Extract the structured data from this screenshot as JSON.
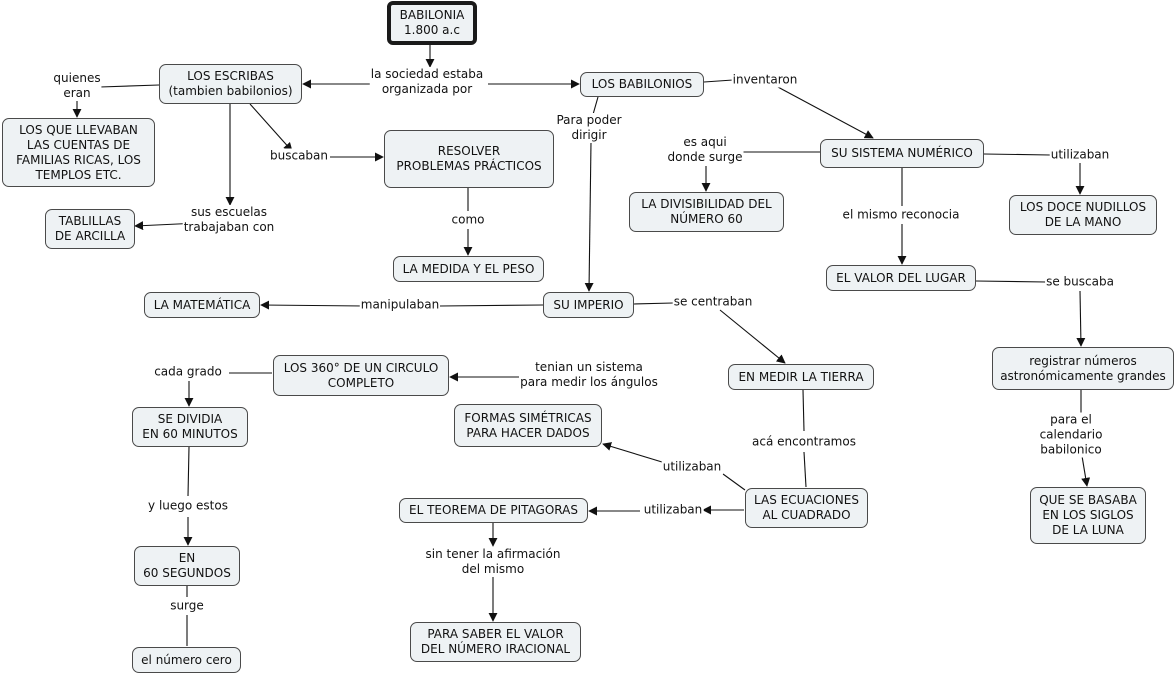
{
  "nodes": {
    "babilonia": "BABILONIA\n1.800 a.c",
    "escribas": "LOS ESCRIBAS\n(tambien babilonios)",
    "babilonios": "LOS BABILONIOS",
    "cuentas": "LOS QUE LLEVABAN\nLAS CUENTAS DE\nFAMILIAS RICAS, LOS\nTEMPLOS ETC.",
    "resolver": "RESOLVER\nPROBLEMAS PRÁCTICOS",
    "sistema": "SU SISTEMA NUMÉRICO",
    "divisibilidad": "LA DIVISIBILIDAD DEL\nNÚMERO 60",
    "nudillos": "LOS DOCE NUDILLOS\nDE LA MANO",
    "tablillas": "TABLILLAS\nDE ARCILLA",
    "medida": "LA MEDIDA Y EL PESO",
    "valor_lugar": "EL VALOR DEL LUGAR",
    "matematica": "LA MATEMÁTICA",
    "imperio": "SU IMPERIO",
    "circulo": "LOS 360° DE UN CIRCULO\nCOMPLETO",
    "tierra": "EN MEDIR LA TIERRA",
    "registrar": "registrar números\nastronómicamente grandes",
    "dividia": "SE DIVIDIA\nEN 60 MINUTOS",
    "formas": "FORMAS SIMÉTRICAS\nPARA HACER DADOS",
    "pitagoras": "EL TEOREMA DE PITAGORAS",
    "ecuaciones": "LAS ECUACIONES\nAL CUADRADO",
    "luna": "QUE SE BASABA\nEN LOS SIGLOS\nDE LA LUNA",
    "segundos": "EN\n60 SEGUNDOS",
    "irracional": "PARA SABER EL VALOR\nDEL NÚMERO IRACIONAL",
    "cero": "el número cero"
  },
  "links": {
    "sociedad": "la sociedad estaba\norganizada por",
    "quienes_eran": "quienes\neran",
    "buscaban": "buscaban",
    "sus_escuelas": "sus escuelas\ntrabajaban con",
    "como": "como",
    "para_poder_dirigir": "Para poder\ndirigir",
    "inventaron": "inventaron",
    "es_aqui": "es aqui\ndonde surge",
    "utilizaban_nudillos": "utilizaban",
    "mismo_reconocia": "el mismo reconocia",
    "se_buscaba": "se buscaba",
    "manipulaban": "manipulaban",
    "se_centraban": "se centraban",
    "cada_grado": "cada grado",
    "tenian_sistema": "tenian un sistema\npara medir los ángulos",
    "aca_encontramos": "acá encontramos",
    "para_calendario": "para el calendario\nbabilonico",
    "y_luego": "y luego estos",
    "utilizaban_formas": "utilizaban",
    "utilizaban_pitagoras": "utilizaban",
    "sin_tener": "sin tener la afirmación\ndel mismo",
    "surge": "surge"
  }
}
